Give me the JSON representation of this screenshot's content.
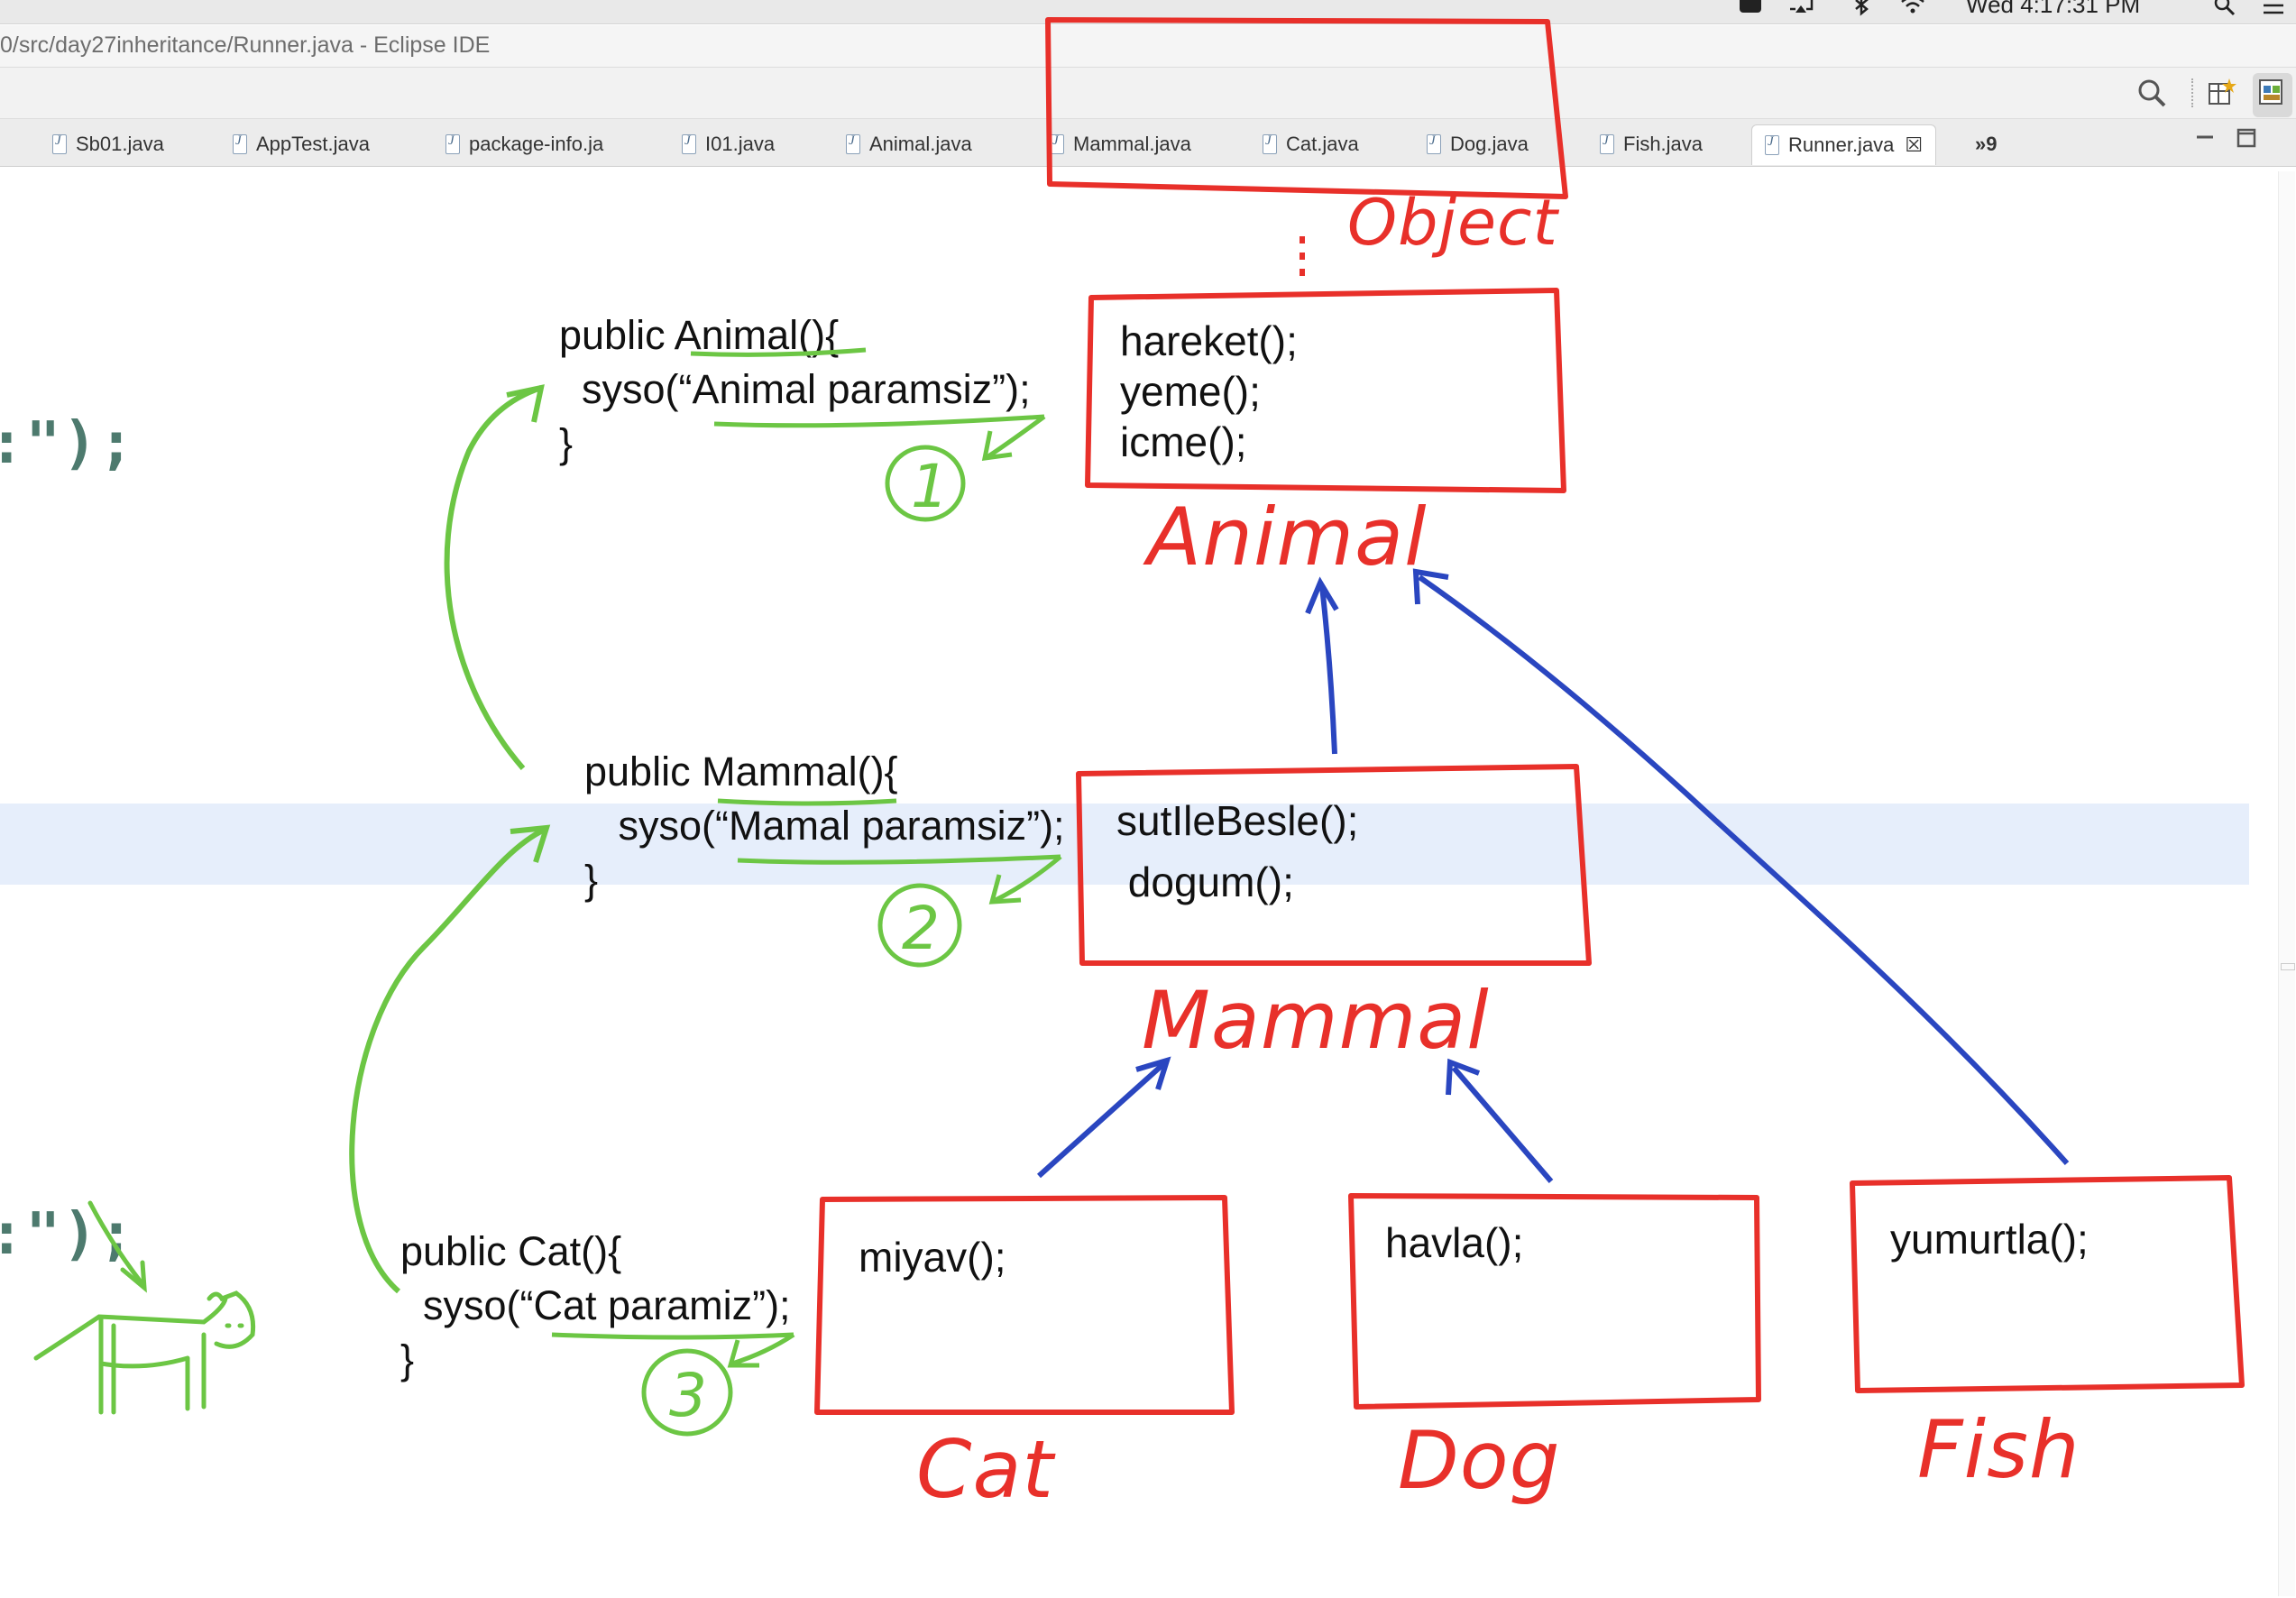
{
  "window": {
    "title": "0/src/day27inheritance/Runner.java - Eclipse IDE",
    "clock": "Wed 4:17:31 PM"
  },
  "tabs": [
    {
      "label": "Sb01.java"
    },
    {
      "label": "AppTest.java"
    },
    {
      "label": "package-info.ja"
    },
    {
      "label": "I01.java"
    },
    {
      "label": "Animal.java"
    },
    {
      "label": "Mammal.java"
    },
    {
      "label": "Cat.java"
    },
    {
      "label": "Dog.java"
    },
    {
      "label": "Fish.java"
    },
    {
      "label": "Runner.java",
      "active": true
    }
  ],
  "tab_overflow": "»9",
  "code_fragments": {
    "line1": ":\");",
    "line2": ":\");"
  },
  "annotations": {
    "animal_constructor": "public Animal(){\n  syso(“Animal paramsiz”);\n}",
    "mammal_constructor": "public Mammal(){\n   syso(“Mamal paramsiz”);\n}",
    "cat_constructor": "public Cat(){\n  syso(“Cat paramiz”);\n}",
    "step1": "1",
    "step2": "2",
    "step3": "3"
  },
  "classes": {
    "object": {
      "label": "Object"
    },
    "animal": {
      "label": "Animal",
      "methods": "hareket();\nyeme();\nicme();"
    },
    "mammal": {
      "label": "Mammal",
      "methods": "sutIleBesle();\n dogum();"
    },
    "cat": {
      "label": "Cat",
      "methods": "miyav();"
    },
    "dog": {
      "label": "Dog",
      "methods": "havla();"
    },
    "fish": {
      "label": "Fish",
      "methods": "yumurtla();"
    }
  },
  "colors": {
    "ink_red": "#e8302a",
    "ink_green": "#6cc644",
    "ink_blue": "#2a46c0",
    "code_green": "#4d7a6e"
  }
}
